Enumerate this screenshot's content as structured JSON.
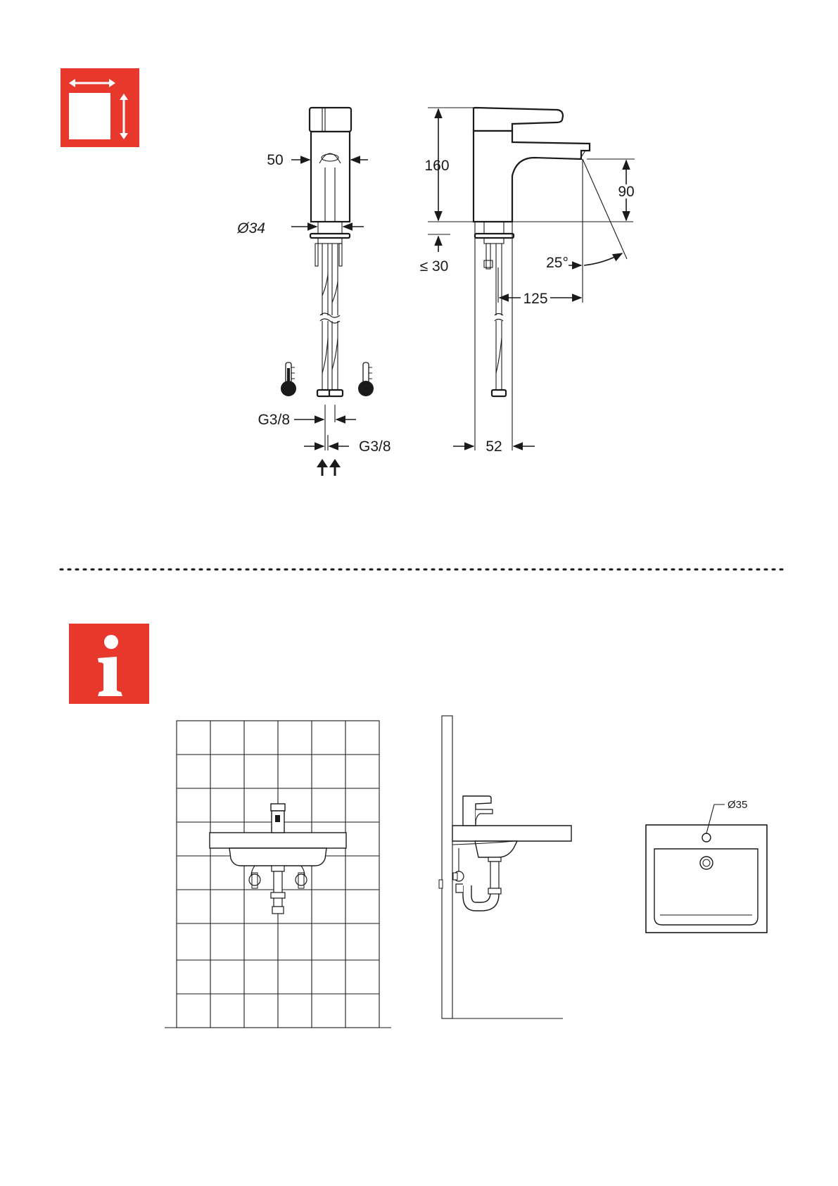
{
  "colors": {
    "accent": "#e8372b",
    "line": "#1a1a1a",
    "background": "#ffffff"
  },
  "icons": {
    "dimensions": "dimensions-icon",
    "info": "info-icon",
    "hot": "thermometer-hot-icon",
    "cold": "thermometer-cold-icon"
  },
  "front_view": {
    "width_label": "50",
    "diameter_label": "Ø34",
    "connection_left": "G3/8",
    "connection_right": "G3/8"
  },
  "side_view": {
    "height_label": "160",
    "mount_label": "≤ 30",
    "spout_height_label": "90",
    "angle_label": "25°",
    "reach_label": "125",
    "depth_label": "52"
  },
  "basin_top_view": {
    "hole_label": "Ø35"
  }
}
